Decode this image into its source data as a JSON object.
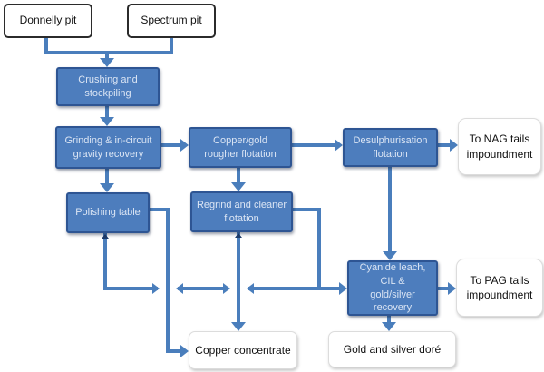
{
  "diagram": {
    "type": "process-flowchart",
    "colors": {
      "process_node_fill": "#4d7dbd",
      "process_node_border": "#2e5593",
      "process_node_text": "#dbe5f4",
      "connector": "#4a7ebc",
      "source_node_border": "#2b2b2b",
      "output_node_fill": "#ffffff",
      "text": "#111111"
    },
    "nodes": {
      "donnelly_pit": {
        "label": "Donnelly pit"
      },
      "spectrum_pit": {
        "label": "Spectrum pit"
      },
      "crushing": {
        "label": "Crushing and stockpiling"
      },
      "grinding": {
        "label": "Grinding & in-circuit gravity recovery"
      },
      "copper_gold_rougher": {
        "label": "Copper/gold rougher flotation"
      },
      "desulphurisation": {
        "label": "Desulphurisation flotation"
      },
      "nag_tails": {
        "label": "To NAG tails impoundment"
      },
      "polishing_table": {
        "label": "Polishing table"
      },
      "regrind_cleaner": {
        "label": "Regrind and cleaner flotation"
      },
      "cyanide_leach": {
        "label": "Cyanide leach, CIL & gold/silver recovery"
      },
      "pag_tails": {
        "label": "To PAG tails impoundment"
      },
      "copper_concentrate": {
        "label": "Copper concentrate"
      },
      "gold_silver_dore": {
        "label": "Gold and silver doré"
      }
    },
    "edges": [
      {
        "from": "Donnelly pit",
        "to": "Crushing and stockpiling"
      },
      {
        "from": "Spectrum pit",
        "to": "Crushing and stockpiling"
      },
      {
        "from": "Crushing and stockpiling",
        "to": "Grinding & in-circuit gravity recovery"
      },
      {
        "from": "Grinding & in-circuit gravity recovery",
        "to": "Copper/gold rougher flotation"
      },
      {
        "from": "Grinding & in-circuit gravity recovery",
        "to": "Polishing table"
      },
      {
        "from": "Copper/gold rougher flotation",
        "to": "Desulphurisation flotation"
      },
      {
        "from": "Copper/gold rougher flotation",
        "to": "Regrind and cleaner flotation"
      },
      {
        "from": "Desulphurisation flotation",
        "to": "To NAG tails impoundment"
      },
      {
        "from": "Desulphurisation flotation",
        "to": "Cyanide leach, CIL & gold/silver recovery"
      },
      {
        "from": "Polishing table",
        "to": "Copper concentrate"
      },
      {
        "from": "Polishing table",
        "to": "Cyanide leach, CIL & gold/silver recovery"
      },
      {
        "from": "Regrind and cleaner flotation",
        "to": "Copper concentrate"
      },
      {
        "from": "Regrind and cleaner flotation",
        "to": "Cyanide leach, CIL & gold/silver recovery"
      },
      {
        "from": "Cyanide leach, CIL & gold/silver recovery",
        "to": "To PAG tails impoundment"
      },
      {
        "from": "Cyanide leach, CIL & gold/silver recovery",
        "to": "Gold and silver doré"
      }
    ]
  }
}
